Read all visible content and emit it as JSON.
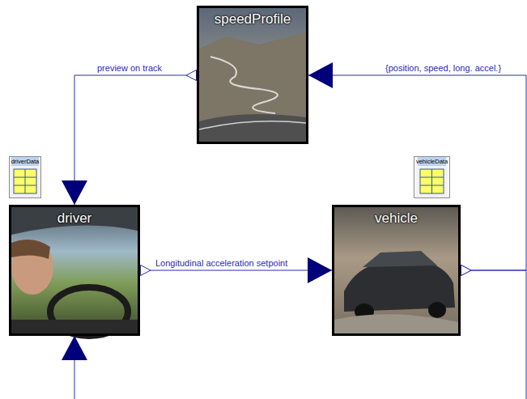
{
  "diagram": {
    "nodes": [
      {
        "text": [
          "speedProfile"
        ]
      },
      {
        "text": [
          "driverData"
        ]
      },
      {
        "text": [
          "driver"
        ]
      },
      {
        "text": [
          "vehicleData"
        ]
      },
      {
        "text": [
          "vehicle"
        ]
      }
    ],
    "edges": [
      {
        "from": 0,
        "to": 2,
        "arrow": "to",
        "label": "preview on track"
      },
      {
        "from": 2,
        "to": 4,
        "arrow": "to",
        "label": "Longitudinal acceleration setpoint"
      },
      {
        "from": 4,
        "to": 0,
        "arrow": "to",
        "label": "{position, speed, long. accel.}"
      },
      {
        "from": 4,
        "to": 2,
        "arrow": "to"
      }
    ]
  }
}
